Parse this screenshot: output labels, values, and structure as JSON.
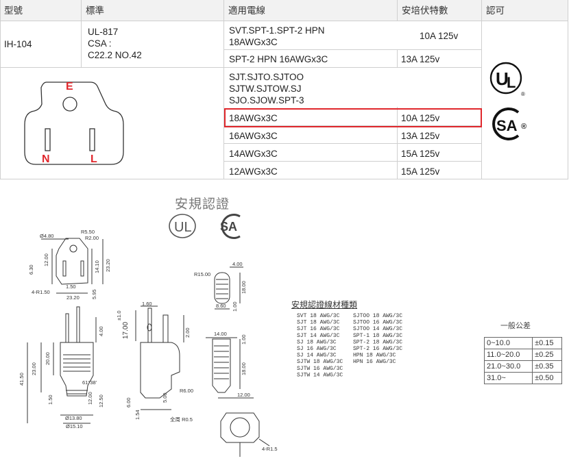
{
  "header": {
    "model": "型號",
    "standard": "標準",
    "cable": "適用電線",
    "rating": "安培伏特數",
    "approval": "認可"
  },
  "row1": {
    "model": "IH-104",
    "standard_lines": [
      "UL-817",
      "CSA :",
      "C22.2 NO.42"
    ],
    "cable_a_lines": [
      "SVT.SPT-1.SPT-2 HPN",
      "18AWGx3C"
    ],
    "rating_a": "10A 125v",
    "cable_b": "SPT-2 HPN 16AWGx3C",
    "rating_b": "13A 125v"
  },
  "row2": {
    "cable_types_lines": [
      "SJT.SJTO.SJTOO",
      "SJTW.SJTOW.SJ",
      "SJO.SJOW.SPT-3"
    ],
    "rows": [
      {
        "cable": "18AWGx3C",
        "rating": "10A 125v",
        "highlighted": true
      },
      {
        "cable": "16AWGx3C",
        "rating": "13A 125v"
      },
      {
        "cable": "14AWGx3C",
        "rating": "15A 125v"
      },
      {
        "cable": "12AWGx3C",
        "rating": "15A 125v"
      }
    ],
    "pin_labels": {
      "earth": "E",
      "neutral": "N",
      "live": "L"
    }
  },
  "approval_marks": {
    "ul": "UL",
    "csa": "SA",
    "registered": "®"
  },
  "drawing": {
    "title": "安規認證",
    "marks": {
      "ul": "UL",
      "csa": "SA"
    },
    "material_title": "安規認證線材種類",
    "material_list": [
      [
        "SVT  18  AWG/3C",
        "SJTOO  18  AWG/3C"
      ],
      [
        "SJT  18  AWG/3C",
        "SJTOO  16  AWG/3C"
      ],
      [
        "SJT  16  AWG/3C",
        "SJTOO  14  AWG/3C"
      ],
      [
        "SJT  14  AWG/3C",
        "SPT-1  18  AWG/3C"
      ],
      [
        "SJ  18  AWG/3C",
        "SPT-2  18  AWG/3C"
      ],
      [
        "SJ  16  AWG/3C",
        "SPT-2  16  AWG/3C"
      ],
      [
        "SJ  14  AWG/3C",
        "HPN  18  AWG/3C"
      ],
      [
        "SJTW  18  AWG/3C",
        "HPN  16  AWG/3C"
      ],
      [
        "SJTW  16  AWG/3C",
        ""
      ],
      [
        "SJTW  14  AWG/3C",
        ""
      ]
    ],
    "tolerance_title": "一般公差",
    "tolerances": [
      {
        "range": "0~10.0",
        "tol": "±0.15"
      },
      {
        "range": "11.0~20.0",
        "tol": "±0.25"
      },
      {
        "range": "21.0~30.0",
        "tol": "±0.35"
      },
      {
        "range": "31.0~",
        "tol": "±0.50"
      }
    ],
    "dims": {
      "d480": "Ø4.80",
      "r550": "R5.50",
      "r200": "R2.00",
      "d630": "6.30",
      "d1200": "12.00",
      "d1410": "14.10",
      "d2320v": "23.20",
      "r150": "4-R1.50",
      "d150": "1.50",
      "d595": "5.95",
      "d2320": "23.20",
      "r1500": "R15.00",
      "d400": "4.00",
      "d1800": "18.00",
      "d860": "8.60",
      "d100": "1.00",
      "d160": "1.60",
      "tol10": "±1.0",
      "d1700": "17.00",
      "d200": "2.00",
      "d1400": "14.00",
      "d100b": "1.00",
      "d1800b": "18.00",
      "d1200b": "12.00",
      "d400b": "4.00",
      "d2300": "23.00",
      "d2000": "20.00",
      "d4150": "41.50",
      "ang": "61°38'",
      "d150b": "1.50",
      "d1200c": "12.00",
      "d1250": "12.50",
      "d1380": "Ø13.80",
      "d1510": "Ø15.10",
      "d600": "6.00",
      "d500": "5.00",
      "r600": "R6.00",
      "d154": "1.54",
      "r05": "全周 R0.5",
      "r15": "4-R1.5"
    }
  },
  "colors": {
    "highlight": "#e0262b",
    "header_bg": "#f2f2f2",
    "grid": "#cfcfcf"
  }
}
